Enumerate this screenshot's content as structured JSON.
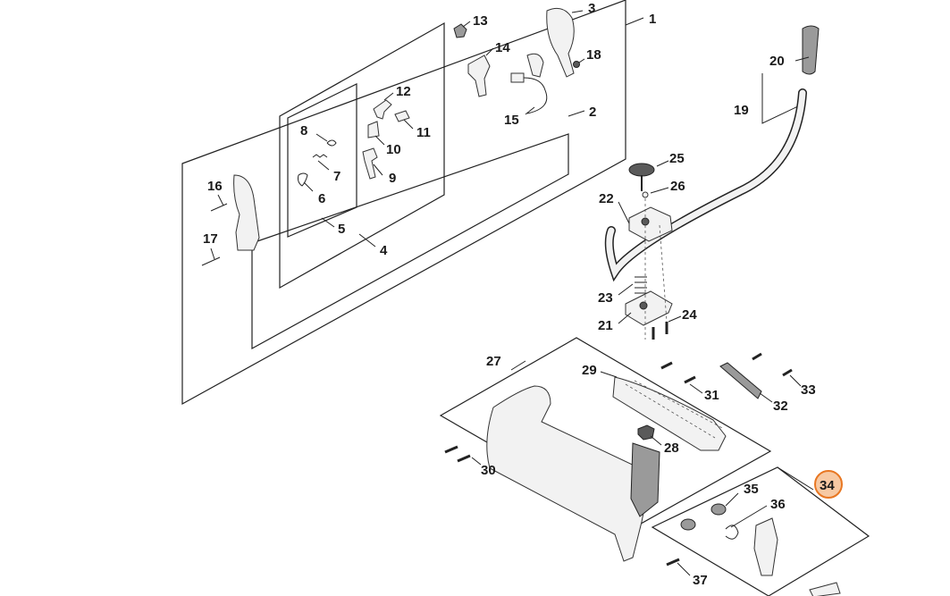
{
  "callouts": {
    "c1": "1",
    "c2": "2",
    "c3": "3",
    "c4": "4",
    "c5": "5",
    "c6": "6",
    "c7": "7",
    "c8": "8",
    "c9": "9",
    "c10": "10",
    "c11": "11",
    "c12": "12",
    "c13": "13",
    "c14": "14",
    "c15": "15",
    "c16": "16",
    "c17": "17",
    "c18": "18",
    "c19": "19",
    "c20": "20",
    "c21": "21",
    "c22": "22",
    "c23": "23",
    "c24": "24",
    "c25": "25",
    "c26": "26",
    "c27": "27",
    "c28": "28",
    "c29": "29",
    "c30": "30",
    "c31": "31",
    "c32": "32",
    "c33": "33",
    "c34": "34",
    "c35": "35",
    "c36": "36",
    "c37": "37"
  },
  "highlighted_callout": "34",
  "colors": {
    "highlight_fill": "#f7c9a3",
    "highlight_stroke": "#e87722",
    "line": "#222222"
  }
}
